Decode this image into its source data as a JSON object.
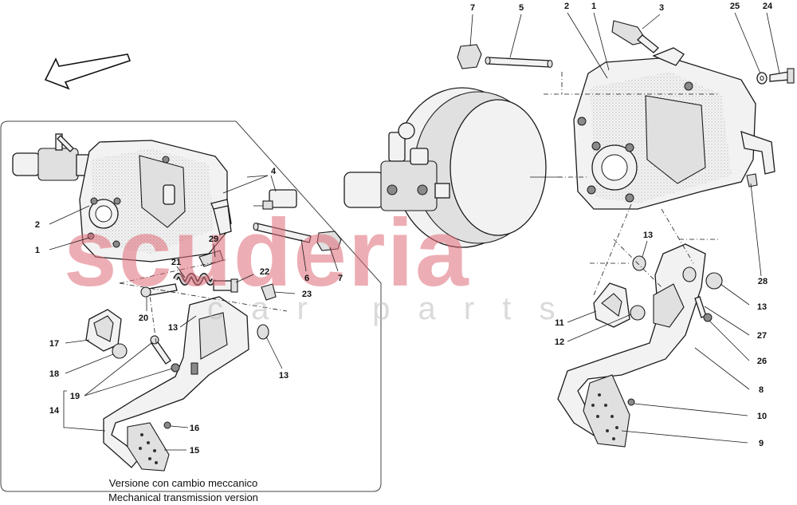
{
  "watermark": {
    "brand": "scuderia",
    "sub": "c a r   p a r t s",
    "color": "#e06b78"
  },
  "caption": {
    "line1": "Versione con cambio meccanico",
    "line2": "Mechanical transmission version"
  },
  "callouts": [
    {
      "id": "c1a",
      "label": "1"
    },
    {
      "id": "c2a",
      "label": "2"
    },
    {
      "id": "c4",
      "label": "4"
    },
    {
      "id": "c29",
      "label": "29"
    },
    {
      "id": "c6",
      "label": "6"
    },
    {
      "id": "c7a",
      "label": "7"
    },
    {
      "id": "c21",
      "label": "21"
    },
    {
      "id": "c22",
      "label": "22"
    },
    {
      "id": "c23",
      "label": "23"
    },
    {
      "id": "c20",
      "label": "20"
    },
    {
      "id": "c13a",
      "label": "13"
    },
    {
      "id": "c13b",
      "label": "13"
    },
    {
      "id": "c17",
      "label": "17"
    },
    {
      "id": "c18",
      "label": "18"
    },
    {
      "id": "c19",
      "label": "19"
    },
    {
      "id": "c14",
      "label": "14"
    },
    {
      "id": "c16",
      "label": "16"
    },
    {
      "id": "c15",
      "label": "15"
    },
    {
      "id": "c7b",
      "label": "7"
    },
    {
      "id": "c5",
      "label": "5"
    },
    {
      "id": "c2b",
      "label": "2"
    },
    {
      "id": "c1b",
      "label": "1"
    },
    {
      "id": "c3",
      "label": "3"
    },
    {
      "id": "c25",
      "label": "25"
    },
    {
      "id": "c24",
      "label": "24"
    },
    {
      "id": "c13c",
      "label": "13"
    },
    {
      "id": "c28",
      "label": "28"
    },
    {
      "id": "c13d",
      "label": "13"
    },
    {
      "id": "c11",
      "label": "11"
    },
    {
      "id": "c12",
      "label": "12"
    },
    {
      "id": "c27",
      "label": "27"
    },
    {
      "id": "c26",
      "label": "26"
    },
    {
      "id": "c8",
      "label": "8"
    },
    {
      "id": "c10",
      "label": "10"
    },
    {
      "id": "c9",
      "label": "9"
    }
  ]
}
